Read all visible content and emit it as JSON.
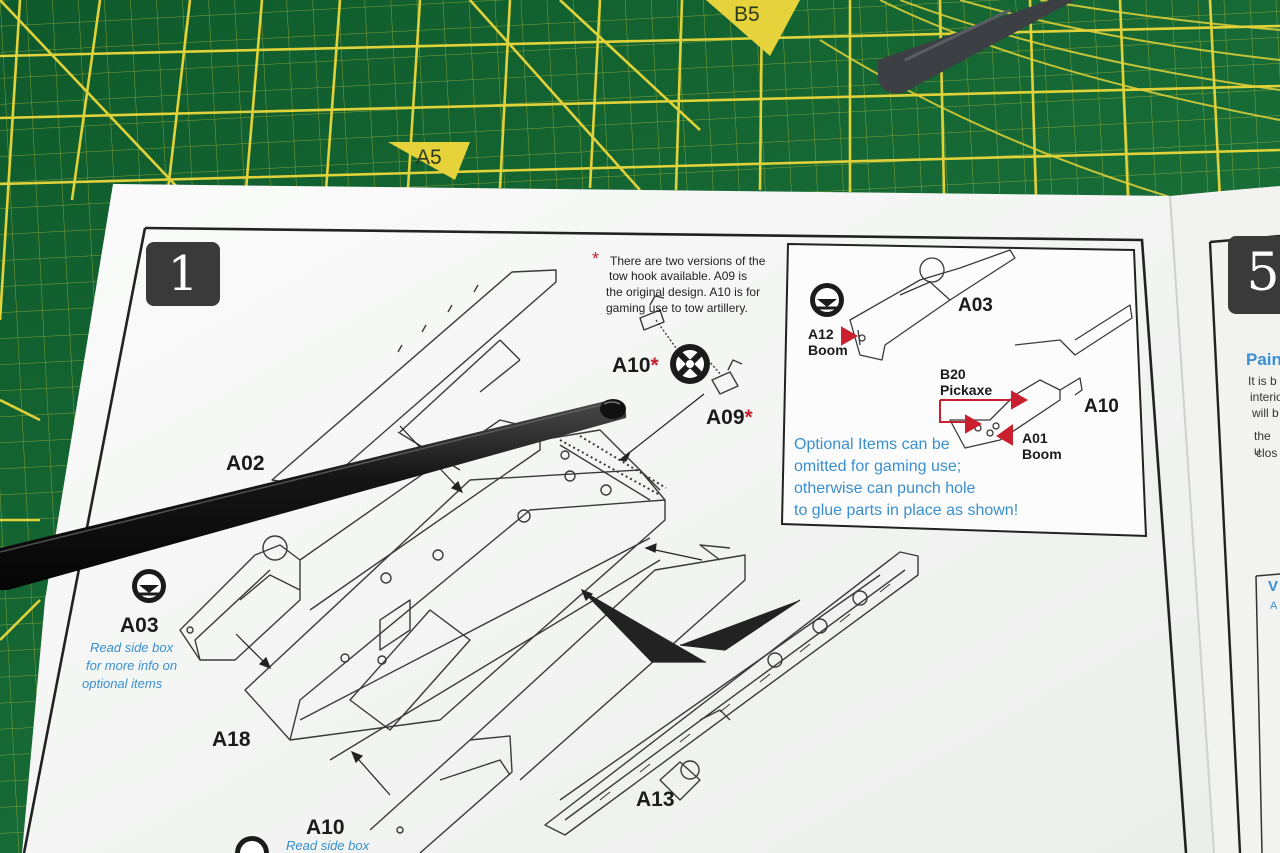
{
  "cutting_mat": {
    "labels": [
      "B5",
      "A5"
    ]
  },
  "step": {
    "number": "1",
    "next_number": "5"
  },
  "note": {
    "asterisk": "*",
    "text_lines": [
      "There are two versions of the",
      "tow hook available.  A09 is",
      "the original design.  A10 is for",
      "gaming use to tow artillery."
    ]
  },
  "parts": {
    "a02": "A02",
    "a03": "A03",
    "a18": "A18",
    "a13": "A13",
    "a10": "A10",
    "a10_star": "A10",
    "a09_star": "A09",
    "star_mark": "*"
  },
  "left_side_note": [
    "Read side box",
    "for more info on",
    "optional items"
  ],
  "bottom_side_note": "Read side box",
  "inset": {
    "a03": "A03",
    "a12_line1": "A12",
    "a12_line2": "Boom",
    "b20_line1": "B20",
    "b20_line2": "Pickaxe",
    "a10": "A10",
    "a01_line1": "A01",
    "a01_line2": "Boom",
    "optional_lines": [
      "Optional Items can be",
      "omitted for gaming use;",
      "otherwise can punch hole",
      "to glue parts in place as shown!"
    ]
  },
  "right_page": {
    "heading": "Pain",
    "lines": [
      "It is b",
      "interio",
      "will b",
      "the u",
      "clos"
    ],
    "bottom_letter": "V",
    "bottom_sub": "A"
  },
  "colors": {
    "mat_green": "#1f6b3a",
    "mat_grid": "#e6d23a",
    "paper": "#f7f8f6",
    "accent_red": "#c8202e",
    "note_blue": "#3a8fd1"
  }
}
